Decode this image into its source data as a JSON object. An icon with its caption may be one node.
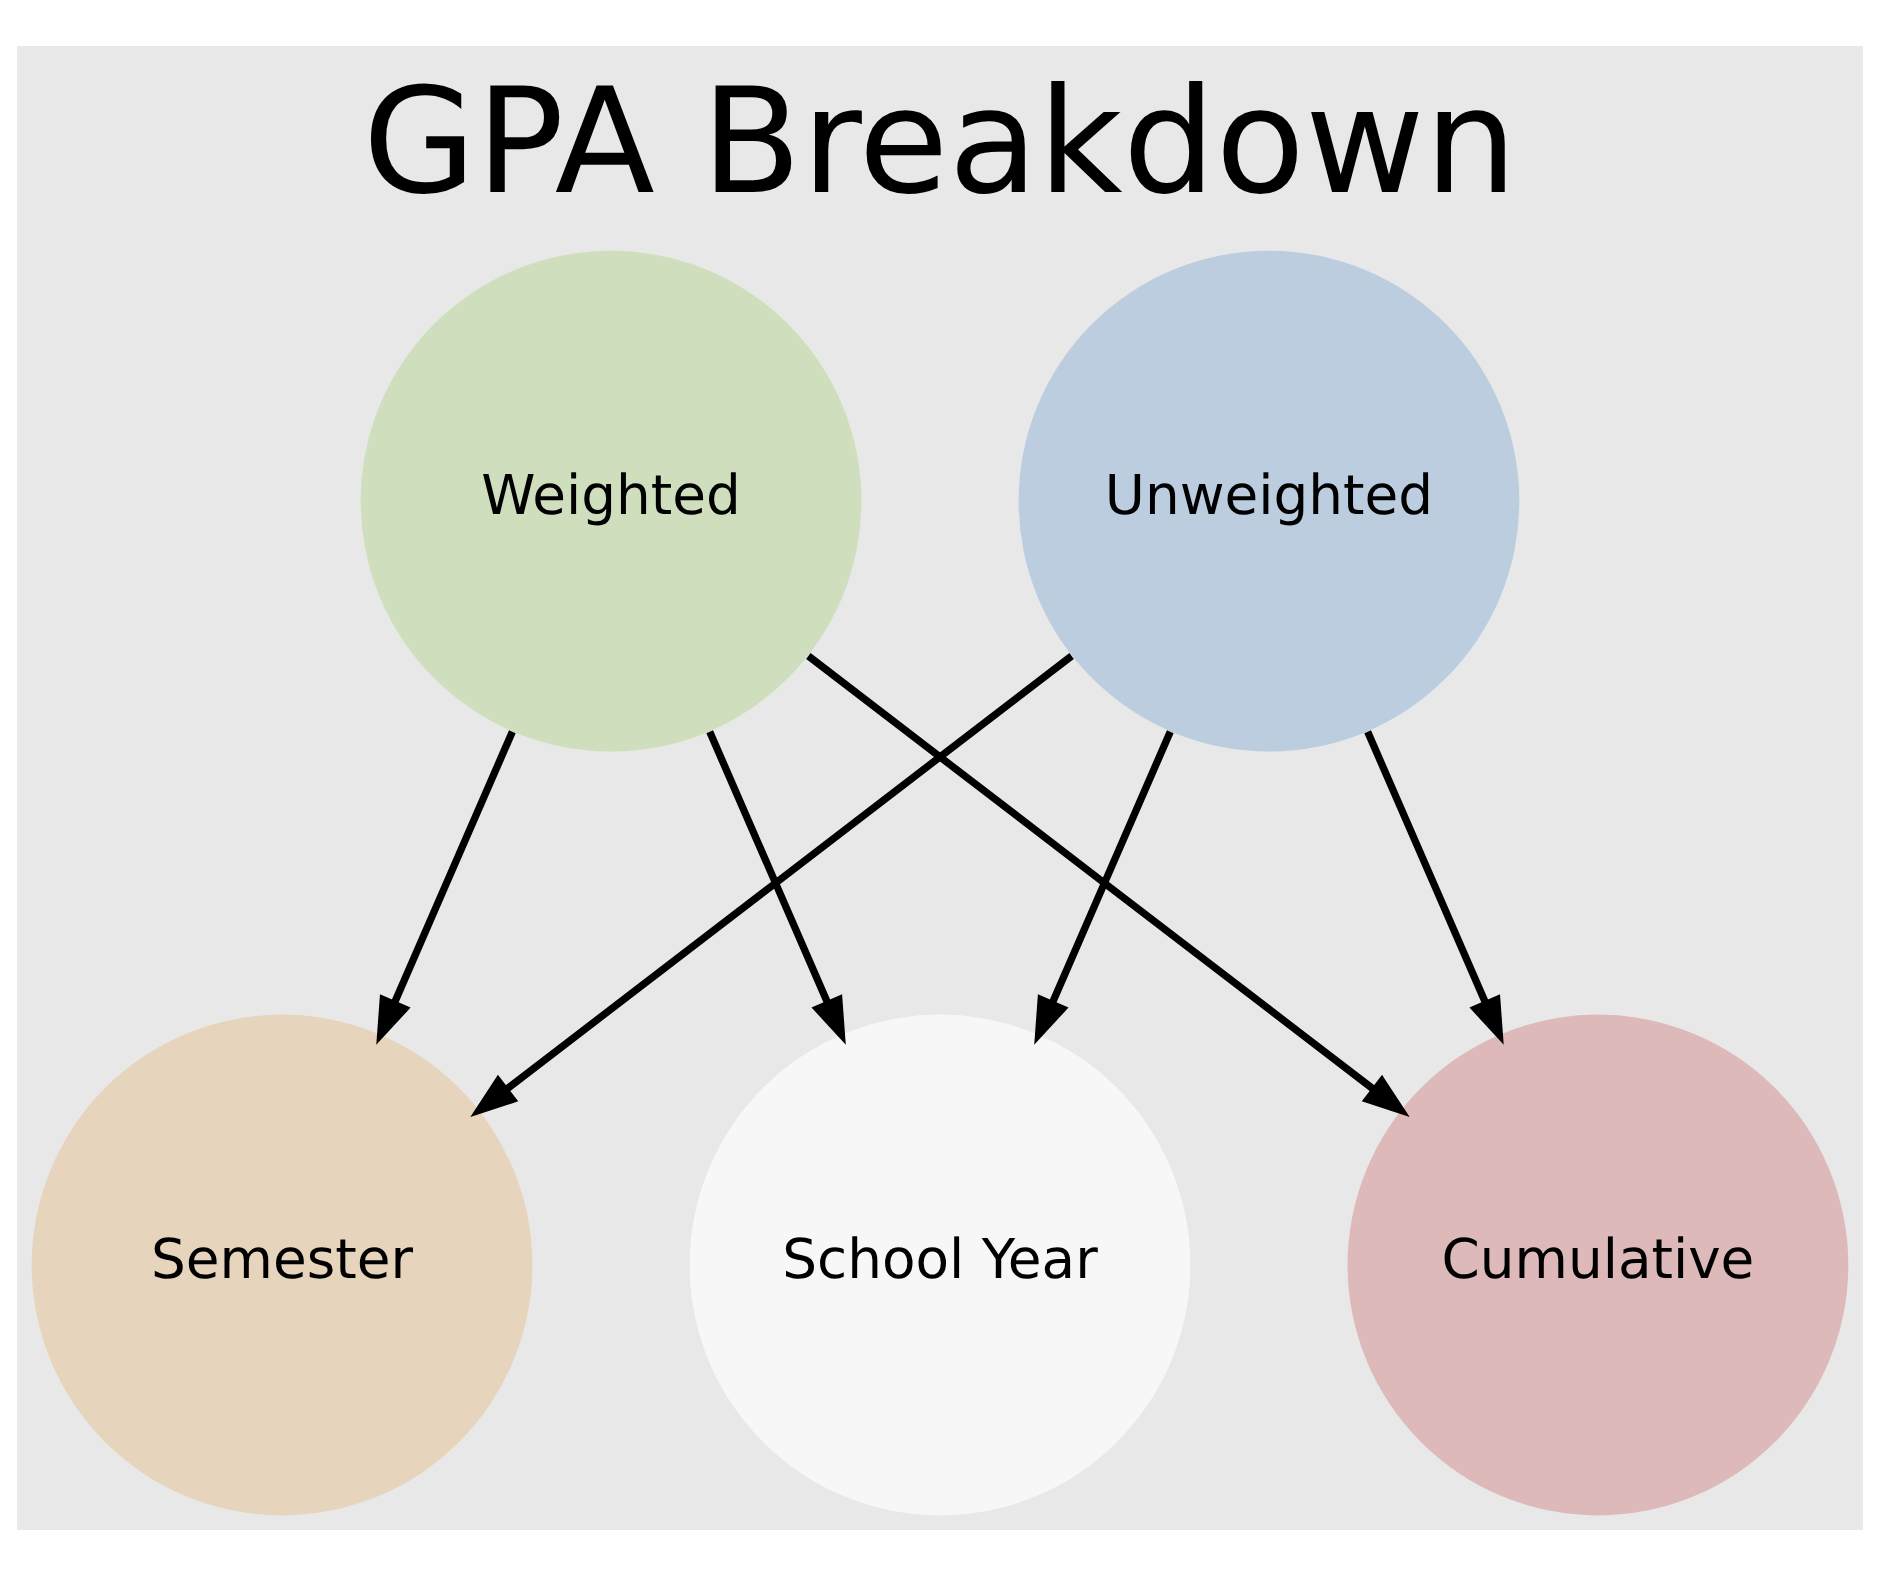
{
  "diagram": {
    "title": "GPA Breakdown",
    "nodes": [
      {
        "text": [
          "Weighted"
        ]
      },
      {
        "text": [
          "Unweighted"
        ]
      },
      {
        "text": [
          "Semester"
        ]
      },
      {
        "text": [
          "School Year"
        ]
      },
      {
        "text": [
          "Cumulative"
        ]
      }
    ],
    "edges": [
      {
        "from": 0,
        "to": 2,
        "arrow": "to"
      },
      {
        "from": 0,
        "to": 3,
        "arrow": "to"
      },
      {
        "from": 0,
        "to": 4,
        "arrow": "to"
      },
      {
        "from": 1,
        "to": 2,
        "arrow": "to"
      },
      {
        "from": 1,
        "to": 3,
        "arrow": "to"
      },
      {
        "from": 1,
        "to": 4,
        "arrow": "to"
      }
    ]
  }
}
